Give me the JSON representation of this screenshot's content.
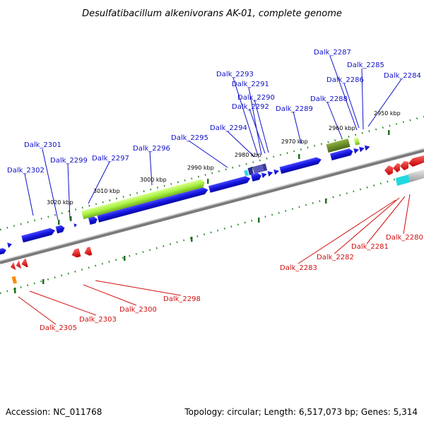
{
  "title": "Desulfatibacillum alkenivorans AK-01, complete genome",
  "footer": {
    "accession": "Accession: NC_011768",
    "summary": "Topology: circular; Length: 6,517,073 bp; Genes: 5,314"
  },
  "colors": {
    "forward_label": "#1010c8",
    "reverse_label": "#d01010",
    "forward_gene": "#1a1ae0",
    "reverse_gene": "#e01818",
    "backbone": "#808080",
    "tick_dots": "#2a8a2a"
  },
  "ticks": [
    {
      "label": "2950 kbp"
    },
    {
      "label": "2960 kbp"
    },
    {
      "label": "2970 kbp"
    },
    {
      "label": "2980 kbp"
    },
    {
      "label": "2990 kbp"
    },
    {
      "label": "3000 kbp"
    },
    {
      "label": "3010 kbp"
    },
    {
      "label": "3020 kbp"
    }
  ],
  "forward_labels": [
    "Dalk_2287",
    "Dalk_2285",
    "Dalk_2284",
    "Dalk_2286",
    "Dalk_2293",
    "Dalk_2291",
    "Dalk_2290",
    "Dalk_2292",
    "Dalk_2288",
    "Dalk_2289",
    "Dalk_2294",
    "Dalk_2295",
    "Dalk_2296",
    "Dalk_2297",
    "Dalk_2301",
    "Dalk_2299",
    "Dalk_2302"
  ],
  "reverse_labels": [
    "Dalk_2280",
    "Dalk_2281",
    "Dalk_2282",
    "Dalk_2283",
    "Dalk_2298",
    "Dalk_2300",
    "Dalk_2303",
    "Dalk_2305"
  ]
}
